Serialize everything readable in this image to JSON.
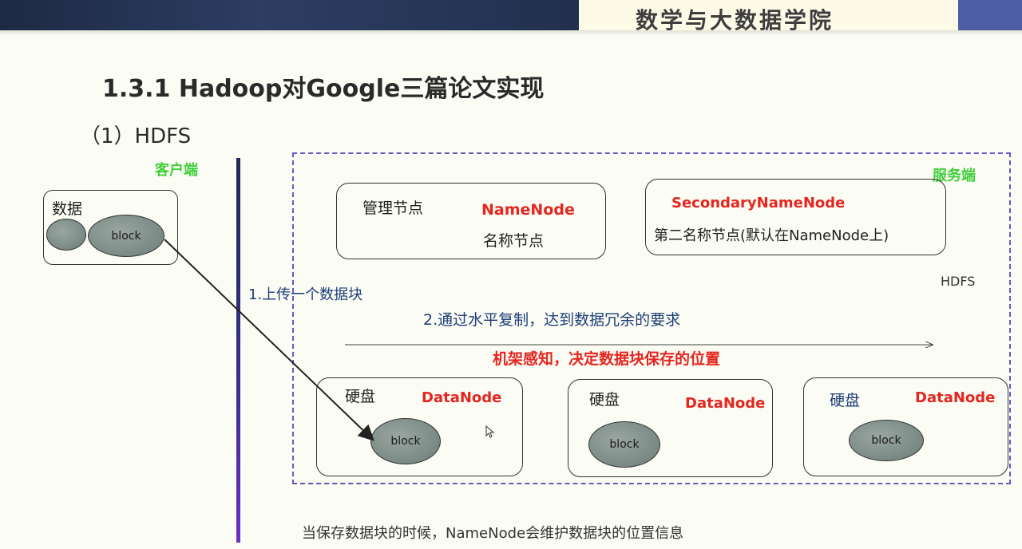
{
  "header": {
    "school": "数学与大数据学院"
  },
  "slide": {
    "title": "1.3.1  Hadoop对Google三篇论文实现",
    "subtitle": "（1）HDFS",
    "client_label": "客户端",
    "server_label": "服务端",
    "hdfs_label": "HDFS"
  },
  "client": {
    "data_label": "数据",
    "block_label": "block"
  },
  "namenode": {
    "manage_label": "管理节点",
    "title": "NameNode",
    "name_label": "名称节点"
  },
  "secondary": {
    "title": "SecondaryNameNode",
    "desc": "第二名称节点(默认在NameNode上)"
  },
  "steps": {
    "upload": "1.上传一个数据块",
    "replicate": "2.通过水平复制，达到数据冗余的要求",
    "rack": "机架感知，决定数据块保存的位置"
  },
  "datanodes": [
    {
      "disk_label": "硬盘",
      "title": "DataNode",
      "block_label": "block"
    },
    {
      "disk_label": "硬盘",
      "title": "DataNode",
      "block_label": "block"
    },
    {
      "disk_label": "硬盘",
      "title": "DataNode",
      "block_label": "block"
    }
  ],
  "footer_note": "当保存数据块的时候，NameNode会维护数据块的位置信息",
  "colors": {
    "red_title": "#e52620",
    "green_label": "#3fcf3a",
    "frame_dashed": "#6c54c4",
    "divider": "#3b2f8f"
  }
}
